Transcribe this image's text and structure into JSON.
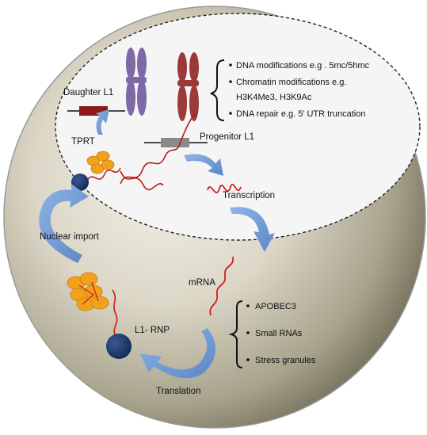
{
  "labels": {
    "daughter_l1": "Daughter L1",
    "progenitor_l1": "Progenitor L1",
    "tprt": "TPRT",
    "transcription": "Transcription",
    "nuclear_import": "Nuclear import",
    "mrna": "mRNA",
    "l1_rnp": "L1- RNP",
    "translation": "Translation"
  },
  "nucleus_notes": [
    "DNA modifications e.g . 5mc/5hmc",
    "Chromatin modifications e.g.",
    "H3K4Me3, H3K9Ac",
    "DNA repair e.g. 5′ UTR truncation"
  ],
  "cytoplasm_notes": [
    "APOBEC3",
    "Small RNAs",
    "Stress granules"
  ],
  "colors": {
    "cell_center": "#f2efe6",
    "cell_edge": "#6e6a55",
    "nucleus_fill": "#f4f4f4",
    "arrow_blue": "#6f9bd4",
    "rna_red": "#cc1f1f",
    "chromosome_purple": "#7f68a8",
    "chromosome_red": "#9a3a3a",
    "l1_dark_red": "#8b1a1a",
    "l1_grey": "#8a8a8a",
    "rnp_navy": "#1d3a6e",
    "orf1_orange": "#f2a21a"
  }
}
